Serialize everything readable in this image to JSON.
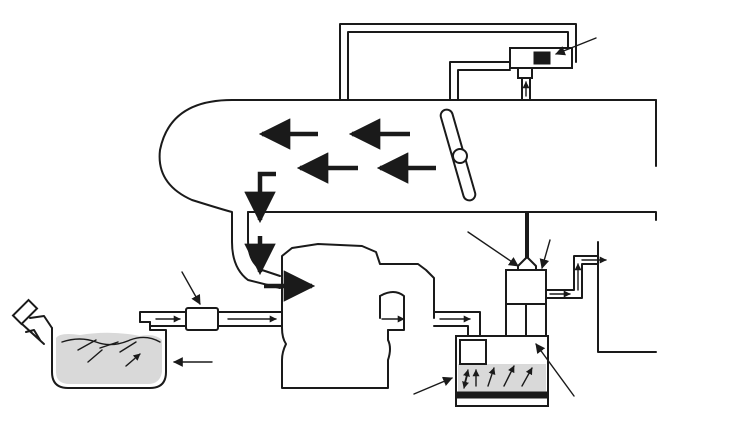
{
  "diagram": {
    "labels": [],
    "components": [
      "fuel-tank",
      "fuel-filler-cap",
      "inline-fuel-filter",
      "engine-block",
      "air-intake-duct",
      "throttle-valve",
      "vacuum-valve",
      "charcoal-canister",
      "canister-purge-valve"
    ],
    "colors": {
      "stroke": "#1a1a1a",
      "fuel": "#d9d9d9",
      "background": "#ffffff"
    }
  }
}
